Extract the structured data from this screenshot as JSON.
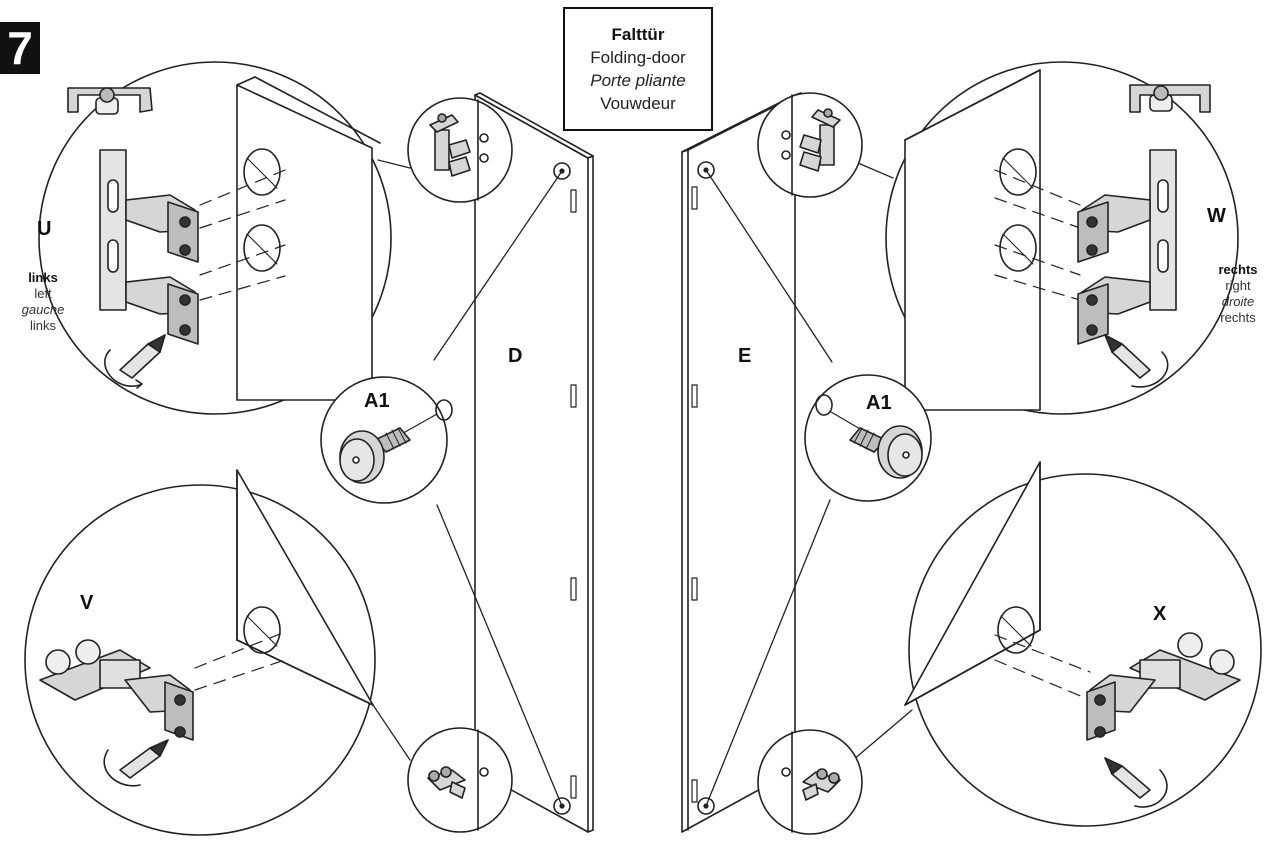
{
  "step_number": "7",
  "title": {
    "de": "Falttür",
    "en": "Folding-door",
    "fr": "Porte pliante",
    "nl": "Vouwdeur"
  },
  "labels": {
    "u": "U",
    "v": "V",
    "w": "W",
    "x": "X",
    "d": "D",
    "e": "E",
    "a1_left": "A1",
    "a1_right": "A1"
  },
  "side_left": {
    "de": "links",
    "en": "left",
    "fr": "gauche",
    "nl": "links"
  },
  "side_right": {
    "de": "rechts",
    "en": "right",
    "fr": "droite",
    "nl": "rechts"
  },
  "colors": {
    "line": "#222222",
    "hardware_fill": "#d6d6d6",
    "badge": "#111111"
  }
}
